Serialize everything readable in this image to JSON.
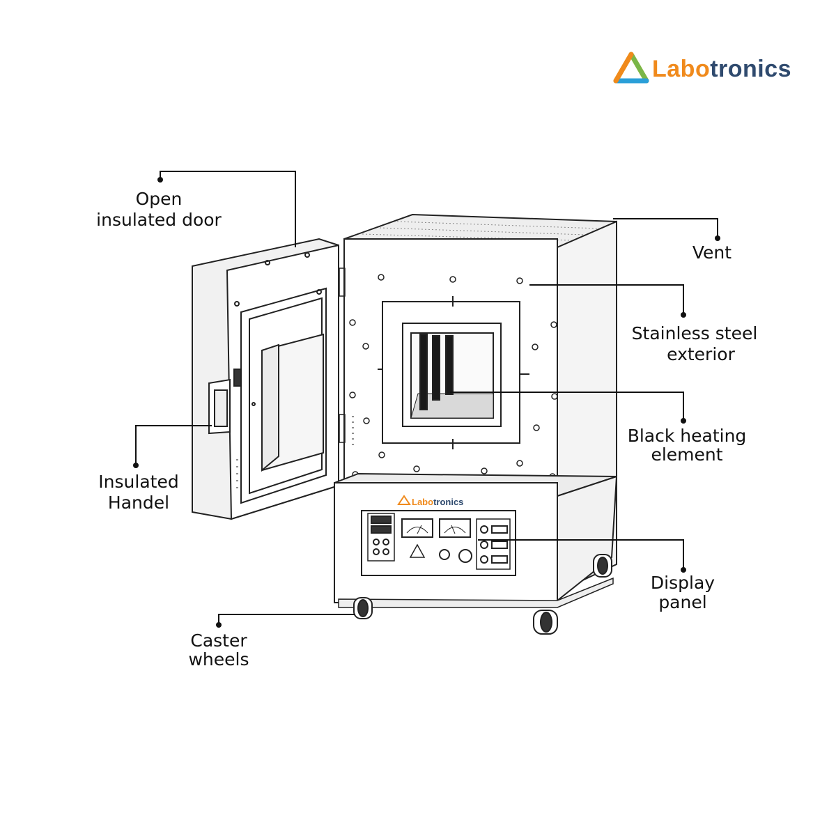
{
  "brand": {
    "name_part1": "Labo",
    "name_part2": "tronics",
    "colors": {
      "orange": "#f08a1c",
      "navy": "#2f4a6e",
      "green": "#7ab648",
      "blue": "#2a9fd8",
      "yellow": "#f6c21c"
    },
    "icon": "triangle-logo-icon"
  },
  "labels": {
    "open_door_line1": "Open",
    "open_door_line2": "insulated door",
    "vent": "Vent",
    "exterior_line1": "Stainless steel",
    "exterior_line2": "exterior",
    "heating_line1": "Black heating",
    "heating_line2": "element",
    "handle_line1": "Insulated",
    "handle_line2": "Handel",
    "display_line1": "Display",
    "display_line2": "panel",
    "wheels_line1": "Caster",
    "wheels_line2": "wheels"
  },
  "colors": {
    "line": "#111111",
    "drawing": "#222222",
    "fill": "#ffffff",
    "shade": "#e6e6e6"
  }
}
